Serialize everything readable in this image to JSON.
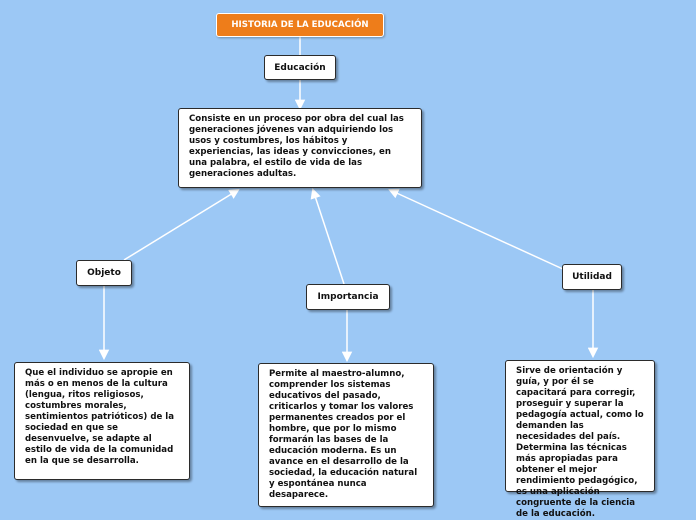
{
  "title": "HISTORIA DE LA EDUCACIÓN",
  "central": {
    "label": "Educación",
    "definition": "Consiste en un proceso por obra del cual las generaciones jóvenes van adquiriendo los usos y costumbres, los hábitos y experiencias, las ideas y convicciones, en una palabra, el estilo de vida de las generaciones adultas."
  },
  "branches": [
    {
      "label": "Objeto",
      "text": "Que el individuo se apropie en más o en menos de la cultura (lengua, ritos religiosos, costumbres morales, sentimientos patrióticos) de la sociedad en que se desenvuelve, se adapte al estilo de vida de la comunidad en la que se desarrolla."
    },
    {
      "label": "Importancia",
      "text": "Permite al maestro-alumno, comprender los sistemas educativos del pasado, criticarlos y tomar los valores permanentes creados por el hombre, que por lo mismo formarán las bases de la educación moderna. Es un avance en el desarrollo de la sociedad, la educación natural y espontánea nunca desaparece."
    },
    {
      "label": "Utilidad",
      "text": "Sirve de orientación y guía, y por él se capacitará para corregir, proseguir y superar la pedagogía actual, como lo demanden las necesidades del país. Determina las técnicas más apropiadas para obtener el mejor rendimiento pedagógico, es una aplicación congruente de la ciencia de la educación."
    }
  ],
  "colors": {
    "background": "#9cc8f5",
    "title_fill": "#ee7d1a",
    "node_fill": "#ffffff",
    "connector": "#ffffff"
  }
}
